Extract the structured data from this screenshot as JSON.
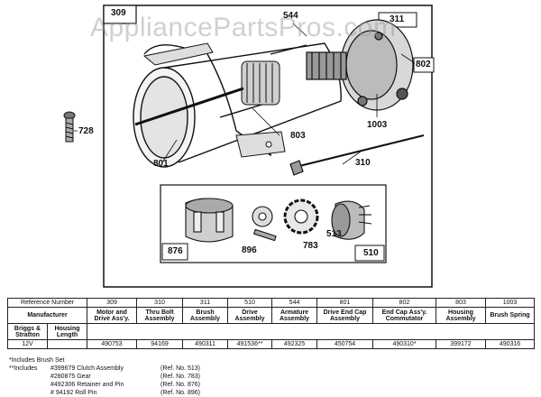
{
  "watermark": "AppliancePartsPros.com",
  "callouts": {
    "c309": "309",
    "c544": "544",
    "c311": "311",
    "c802": "802",
    "c728": "728",
    "c1003": "1003",
    "c803": "803",
    "c801": "801",
    "c310": "310",
    "c876": "876",
    "c896": "896",
    "c783": "783",
    "c513": "513",
    "c510": "510"
  },
  "table": {
    "ref_label": "Reference Number",
    "ref_numbers": [
      "309",
      "310",
      "311",
      "510",
      "544",
      "801",
      "802",
      "803",
      "1003"
    ],
    "manufacturer_label": "Manufacturer",
    "part_names": [
      "Motor and Drive Ass'y.",
      "Thru Bolt Assembly",
      "Brush Assembly",
      "Drive Assembly",
      "Armature Assembly",
      "Drive End Cap Assembly",
      "End Cap Ass'y. Commutator",
      "Housing Assembly",
      "Brush Spring"
    ],
    "briggs_label": "Briggs & Stratton",
    "housing_label": "Housing Length",
    "row_label": "12V",
    "values": [
      "490753",
      "94169",
      "490311",
      "491536**",
      "492325",
      "450754",
      "490310*",
      "399172",
      "490316"
    ]
  },
  "notes": {
    "star": "*Includes Brush Set",
    "includes": "**Includes",
    "items": [
      {
        "part": "#399679 Clutch Assembly",
        "ref": "(Ref. No. 513)"
      },
      {
        "part": "#280875 Gear",
        "ref": "(Ref. No. 783)"
      },
      {
        "part": "#492306 Retainer and Pin",
        "ref": "(Ref. No. 876)"
      },
      {
        "part": "# 94192 Roll Pin",
        "ref": "(Ref. No. 896)"
      }
    ]
  }
}
